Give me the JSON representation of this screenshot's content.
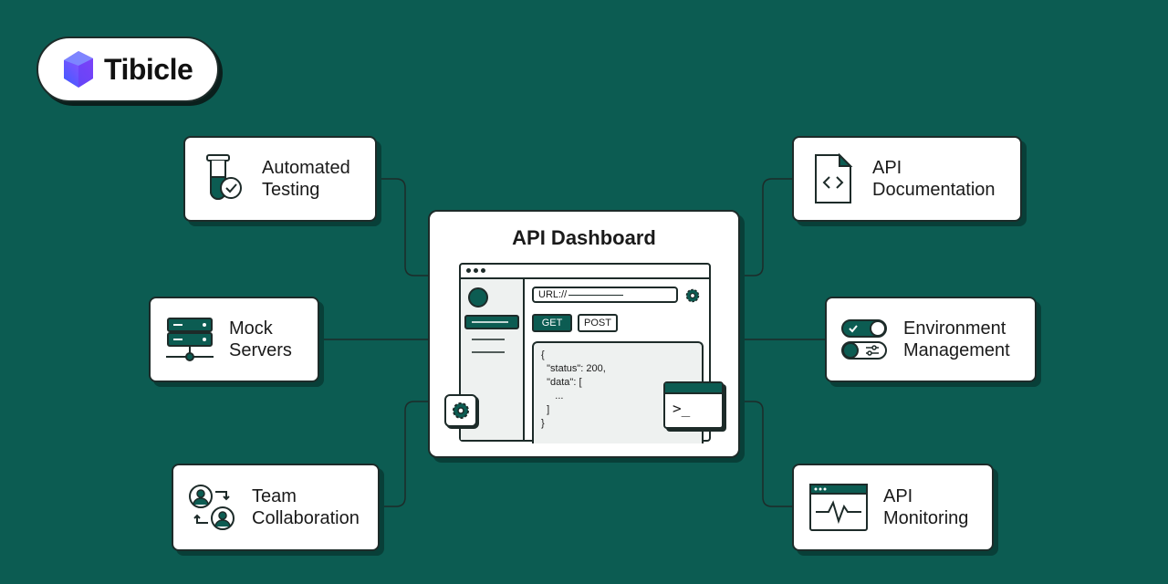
{
  "brand": {
    "name": "Tibicle"
  },
  "center": {
    "title": "API Dashboard",
    "url_label": "URL://",
    "get_label": "GET",
    "post_label": "POST",
    "code_lines": [
      "{",
      "  \"status\": 200,",
      "  \"data\": [",
      "     ...",
      "  ]",
      "}"
    ],
    "terminal_prompt": ">_"
  },
  "features": {
    "automated_testing": {
      "line1": "Automated",
      "line2": "Testing",
      "icon": "test-tube-check-icon"
    },
    "mock_servers": {
      "line1": "Mock",
      "line2": "Servers",
      "icon": "server-icon"
    },
    "team_collaboration": {
      "line1": "Team",
      "line2": "Collaboration",
      "icon": "users-sync-icon"
    },
    "api_documentation": {
      "line1": "API",
      "line2": "Documentation",
      "icon": "code-document-icon"
    },
    "environment_management": {
      "line1": "Environment",
      "line2": "Management",
      "icon": "toggle-switches-icon"
    },
    "api_monitoring": {
      "line1": "API",
      "line2": "Monitoring",
      "icon": "pulse-window-icon"
    }
  },
  "colors": {
    "background": "#0c5c52",
    "accent": "#0c5c52",
    "logo_gradient_start": "#3b5bff",
    "logo_gradient_end": "#b14dff",
    "outline": "#1d2b29"
  }
}
